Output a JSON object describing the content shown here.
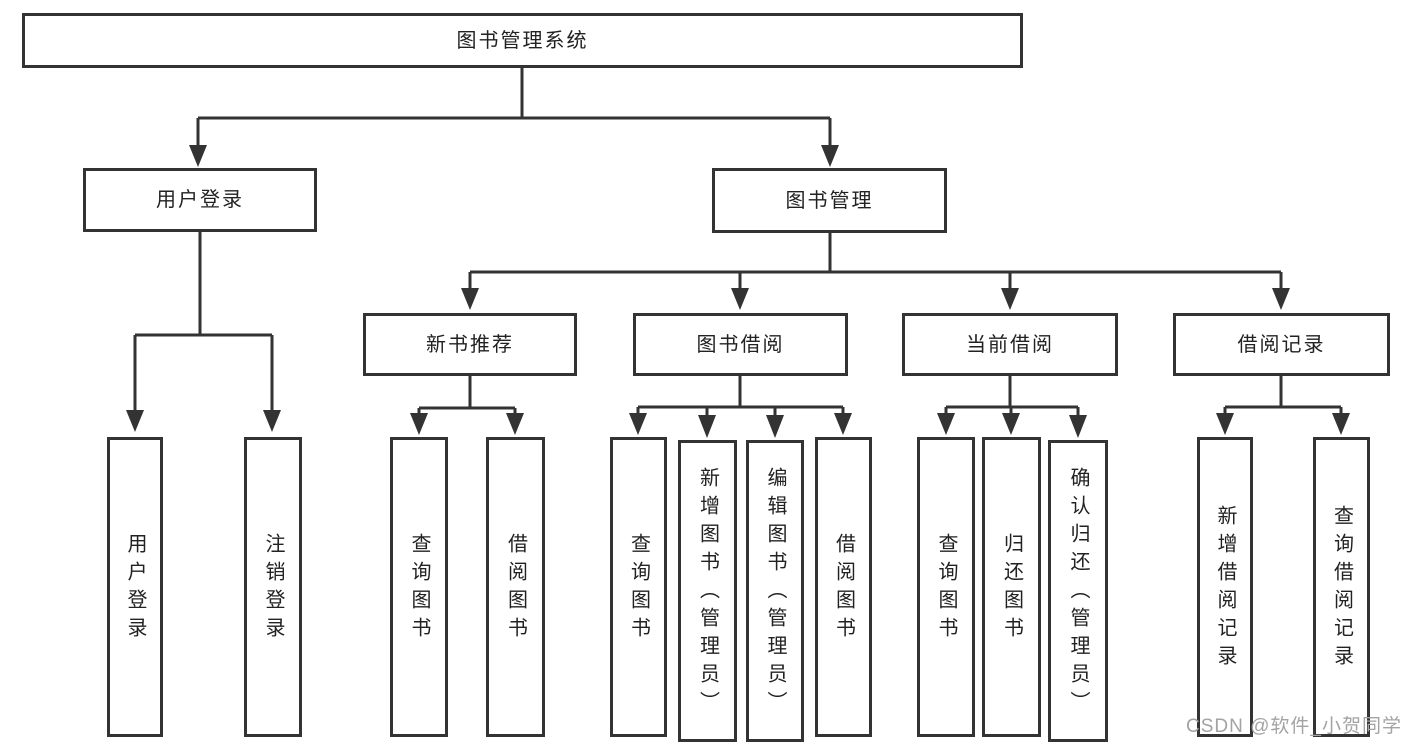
{
  "colors": {
    "line": "#333333",
    "node_text": "#222222",
    "background": "#ffffff",
    "watermark_text": "#a3a3a3"
  },
  "diagram": {
    "root": {
      "label": "图书管理系统"
    },
    "branches": [
      {
        "label": "用户登录",
        "children": [
          {
            "label": "用户登录"
          },
          {
            "label": "注销登录"
          }
        ]
      },
      {
        "label": "图书管理",
        "children": [
          {
            "label": "新书推荐",
            "children": [
              {
                "label": "查询图书"
              },
              {
                "label": "借阅图书"
              }
            ]
          },
          {
            "label": "图书借阅",
            "children": [
              {
                "label": "查询图书"
              },
              {
                "label": "新增图书（管理员）"
              },
              {
                "label": "编辑图书（管理员）"
              },
              {
                "label": "借阅图书"
              }
            ]
          },
          {
            "label": "当前借阅",
            "children": [
              {
                "label": "查询图书"
              },
              {
                "label": "归还图书"
              },
              {
                "label": "确认归还（管理员）"
              }
            ]
          },
          {
            "label": "借阅记录",
            "children": [
              {
                "label": "新增借阅记录"
              },
              {
                "label": "查询借阅记录"
              }
            ]
          }
        ]
      }
    ]
  },
  "watermark": {
    "text": "CSDN @软件_小贺同学"
  }
}
